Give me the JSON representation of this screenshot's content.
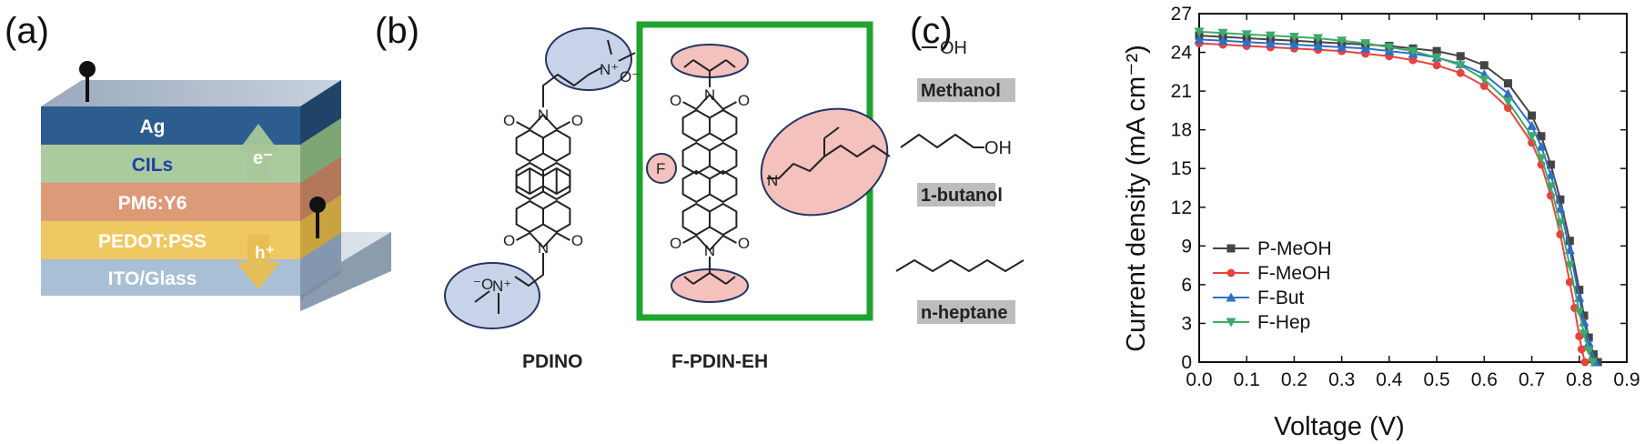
{
  "panels": {
    "a": "(a)",
    "b": "(b)",
    "c": "(c)"
  },
  "device": {
    "layers": [
      {
        "name": "Ag",
        "color": "#2d5d8f",
        "side": "#1f4468",
        "text_color": "#ffffff"
      },
      {
        "name": "CILs",
        "color": "#a9cb9d",
        "side": "#7ea674",
        "text_color": "#1f3fa6"
      },
      {
        "name": "PM6:Y6",
        "color": "#dd9a78",
        "side": "#b3785a",
        "text_color": "#ffffff"
      },
      {
        "name": "PEDOT:PSS",
        "color": "#efc861",
        "side": "#c9a340",
        "text_color": "#ffffff"
      },
      {
        "name": "ITO/Glass",
        "color": "#a9bfd6",
        "side": "#8398af",
        "text_color": "#ffffff"
      }
    ],
    "electron_label": "e⁻",
    "hole_label": "h⁺"
  },
  "molecules": {
    "pdino_label": "PDINO",
    "fpdin_label": "F-PDIN-EH",
    "atoms": {
      "O": "O",
      "N": "N",
      "N_plus": "N⁺",
      "O_minus": "O⁻",
      "O_minus_left": "⁻O",
      "F": "F",
      "OH": "OH",
      "OH_dash": "—OH"
    },
    "solvents": [
      "Methanol",
      "1-butanol",
      "n-heptane"
    ]
  },
  "chart_data": {
    "type": "line",
    "xlabel": "Voltage (V)",
    "ylabel": "Current density (mA cm⁻²)",
    "xlim": [
      0.0,
      0.9
    ],
    "ylim": [
      0,
      27
    ],
    "xticks": [
      0.0,
      0.1,
      0.2,
      0.3,
      0.4,
      0.5,
      0.6,
      0.7,
      0.8,
      0.9
    ],
    "yticks": [
      0,
      3,
      6,
      9,
      12,
      15,
      18,
      21,
      24,
      27
    ],
    "legend_position": "bottom-left",
    "grid": false,
    "series": [
      {
        "name": "P-MeOH",
        "color": "#454545",
        "marker": "square",
        "voc": 0.839,
        "jsc": 25.3,
        "x": [
          0.0,
          0.05,
          0.1,
          0.15,
          0.2,
          0.25,
          0.3,
          0.35,
          0.4,
          0.45,
          0.5,
          0.55,
          0.6,
          0.65,
          0.7,
          0.72,
          0.74,
          0.76,
          0.78,
          0.8,
          0.81,
          0.82,
          0.83,
          0.839
        ],
        "y": [
          25.3,
          25.2,
          25.1,
          25.0,
          24.9,
          24.8,
          24.7,
          24.6,
          24.5,
          24.3,
          24.1,
          23.7,
          23.0,
          21.6,
          19.1,
          17.5,
          15.3,
          12.6,
          9.4,
          5.6,
          3.6,
          1.9,
          0.6,
          0
        ]
      },
      {
        "name": "F-MeOH",
        "color": "#e8423f",
        "marker": "circle",
        "voc": 0.812,
        "jsc": 24.7,
        "x": [
          0.0,
          0.05,
          0.1,
          0.15,
          0.2,
          0.25,
          0.3,
          0.35,
          0.4,
          0.45,
          0.5,
          0.55,
          0.6,
          0.65,
          0.7,
          0.72,
          0.74,
          0.76,
          0.78,
          0.79,
          0.8,
          0.805,
          0.812
        ],
        "y": [
          24.7,
          24.6,
          24.5,
          24.4,
          24.3,
          24.2,
          24.1,
          23.9,
          23.7,
          23.4,
          23.0,
          22.4,
          21.4,
          19.7,
          17.0,
          15.3,
          12.9,
          9.9,
          6.2,
          4.2,
          2.0,
          1.0,
          0
        ]
      },
      {
        "name": "F-But",
        "color": "#2f6fc7",
        "marker": "triangle-up",
        "voc": 0.834,
        "jsc": 25.0,
        "x": [
          0.0,
          0.05,
          0.1,
          0.15,
          0.2,
          0.25,
          0.3,
          0.35,
          0.4,
          0.45,
          0.5,
          0.55,
          0.6,
          0.65,
          0.7,
          0.72,
          0.74,
          0.76,
          0.78,
          0.8,
          0.81,
          0.82,
          0.834
        ],
        "y": [
          25.0,
          24.9,
          24.8,
          24.7,
          24.6,
          24.5,
          24.4,
          24.3,
          24.1,
          23.9,
          23.6,
          23.1,
          22.3,
          20.8,
          18.3,
          16.7,
          14.5,
          11.9,
          8.7,
          5.0,
          3.1,
          1.5,
          0
        ]
      },
      {
        "name": "F-Hep",
        "color": "#3daa6a",
        "marker": "triangle-down",
        "voc": 0.828,
        "jsc": 25.6,
        "x": [
          0.0,
          0.05,
          0.1,
          0.15,
          0.2,
          0.25,
          0.3,
          0.35,
          0.4,
          0.45,
          0.5,
          0.55,
          0.6,
          0.65,
          0.7,
          0.72,
          0.74,
          0.76,
          0.78,
          0.8,
          0.81,
          0.82,
          0.828
        ],
        "y": [
          25.6,
          25.5,
          25.4,
          25.3,
          25.2,
          25.1,
          24.9,
          24.7,
          24.4,
          24.1,
          23.6,
          23.0,
          21.9,
          20.2,
          17.5,
          15.8,
          13.6,
          10.8,
          7.5,
          3.9,
          2.2,
          0.9,
          0
        ]
      }
    ]
  }
}
